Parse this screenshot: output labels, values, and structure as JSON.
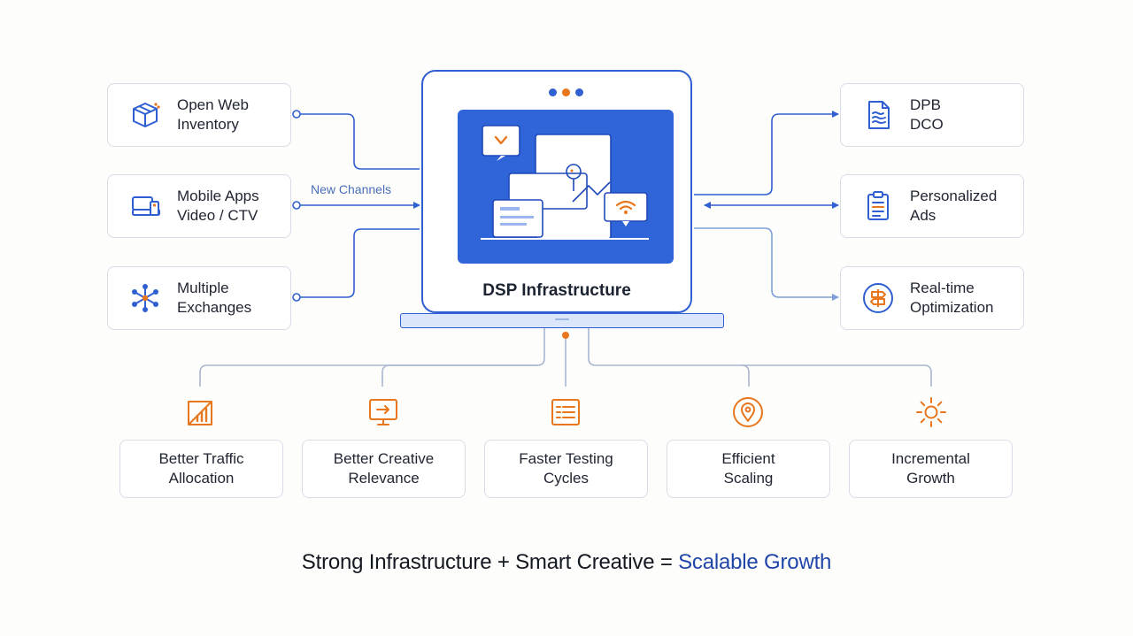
{
  "center": {
    "title": "DSP Infrastructure",
    "dot_colors": [
      "#2f5fd0",
      "#e8761c",
      "#2f5fd0"
    ]
  },
  "channel_label": "New Channels",
  "inputs": [
    {
      "line1": "Open Web",
      "line2": "Inventory",
      "icon": "box-icon"
    },
    {
      "line1": "Mobile Apps",
      "line2": "Video / CTV",
      "icon": "devices-icon"
    },
    {
      "line1": "Multiple",
      "line2": "Exchanges",
      "icon": "network-icon"
    }
  ],
  "outputs": [
    {
      "line1": "DPB",
      "line2": "DCO",
      "icon": "document-icon"
    },
    {
      "line1": "Personalized",
      "line2": "Ads",
      "icon": "clipboard-icon"
    },
    {
      "line1": "Real-time",
      "line2": "Optimization",
      "icon": "signpost-icon"
    }
  ],
  "benefits": [
    {
      "line1": "Better Traffic",
      "line2": "Allocation",
      "icon": "chart-icon"
    },
    {
      "line1": "Better Creative",
      "line2": "Relevance",
      "icon": "monitor-icon"
    },
    {
      "line1": "Faster Testing",
      "line2": "Cycles",
      "icon": "list-icon"
    },
    {
      "line1": "Efficient",
      "line2": "Scaling",
      "icon": "location-icon"
    },
    {
      "line1": "Incremental",
      "line2": "Growth",
      "icon": "sun-icon"
    }
  ],
  "tagline": {
    "main": "Strong Infrastructure + Smart Creative = ",
    "accent": "Scalable Growth"
  },
  "colors": {
    "primary_blue": "#2f5fd0",
    "accent_orange": "#e8761c",
    "connector_blue": "#7e9fd9",
    "tagline_accent": "#1f45a8"
  }
}
